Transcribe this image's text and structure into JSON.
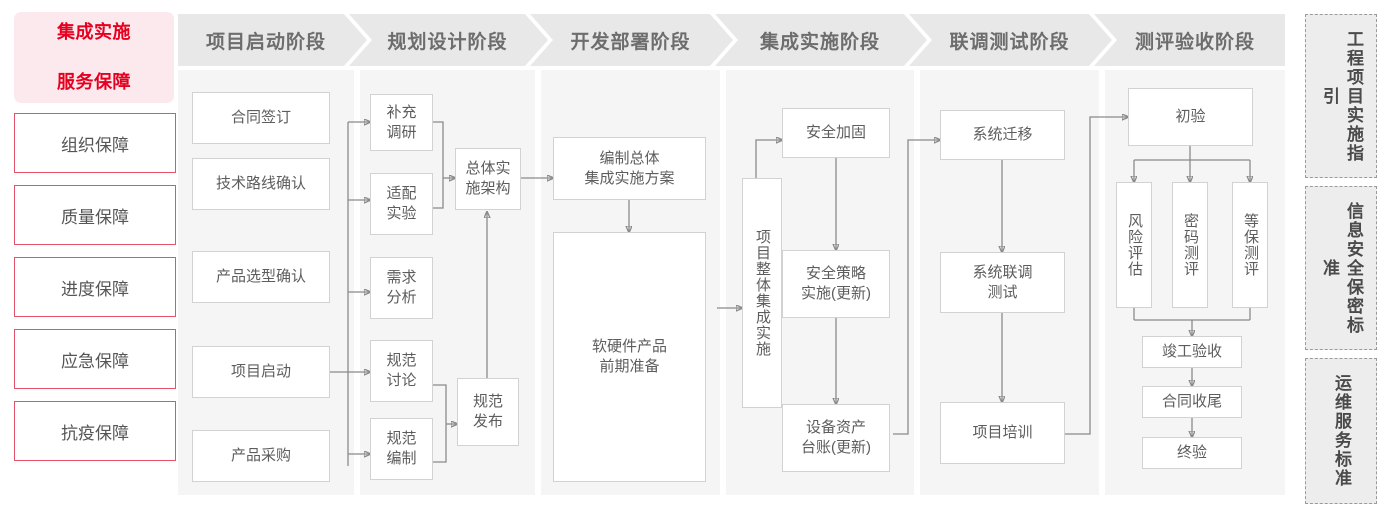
{
  "left_rail": {
    "title": "集成实施\n服务保障",
    "title_line1": "集成实施",
    "title_line2": "服务保障",
    "items": [
      {
        "label": "组织保障"
      },
      {
        "label": "质量保障"
      },
      {
        "label": "进度保障"
      },
      {
        "label": "应急保障"
      },
      {
        "label": "抗疫保障"
      }
    ]
  },
  "phases": [
    {
      "header": "项目启动阶段",
      "nodes": [
        {
          "label": "合同签订"
        },
        {
          "label": "技术路线确认"
        },
        {
          "label": "产品选型确认"
        },
        {
          "label": "项目启动"
        },
        {
          "label": "产品采购"
        }
      ]
    },
    {
      "header": "规划设计阶段",
      "nodes": [
        {
          "label": "补充\n调研"
        },
        {
          "label": "适配\n实验"
        },
        {
          "label": "需求\n分析"
        },
        {
          "label": "规范\n讨论"
        },
        {
          "label": "规范\n编制"
        },
        {
          "label": "总体实\n施架构"
        },
        {
          "label": "规范\n发布"
        }
      ]
    },
    {
      "header": "开发部署阶段",
      "nodes": [
        {
          "label": "编制总体\n集成实施方案"
        },
        {
          "label": "软硬件产品\n前期准备"
        }
      ]
    },
    {
      "header": "集成实施阶段",
      "nodes": [
        {
          "label": "项目整体集成实施"
        },
        {
          "label": "安全加固"
        },
        {
          "label": "安全策略\n实施(更新)"
        },
        {
          "label": "设备资产\n台账(更新)"
        }
      ]
    },
    {
      "header": "联调测试阶段",
      "nodes": [
        {
          "label": "系统迁移"
        },
        {
          "label": "系统联调\n测试"
        },
        {
          "label": "项目培训"
        }
      ]
    },
    {
      "header": "测评验收阶段",
      "nodes": [
        {
          "label": "初验"
        },
        {
          "label": "风险评估"
        },
        {
          "label": "密码测评"
        },
        {
          "label": "等保测评"
        },
        {
          "label": "竣工验收"
        },
        {
          "label": "合同收尾"
        },
        {
          "label": "终验"
        }
      ]
    }
  ],
  "legend": [
    {
      "label": "工程项目实施指引"
    },
    {
      "label": "信息安全保密标准"
    },
    {
      "label": "运维服务标准"
    }
  ],
  "colors": {
    "brand_red": "#e60020",
    "rail_pink_bg": "#fce9ed",
    "rail_border": "#e5536b",
    "panel_bg": "#f5f5f5",
    "header_bg": "#e8e8e8",
    "header_text": "#6d6d6d",
    "node_border": "#d2d2d2",
    "wire": "#8a8a8a",
    "legend_bg": "#ededed"
  }
}
